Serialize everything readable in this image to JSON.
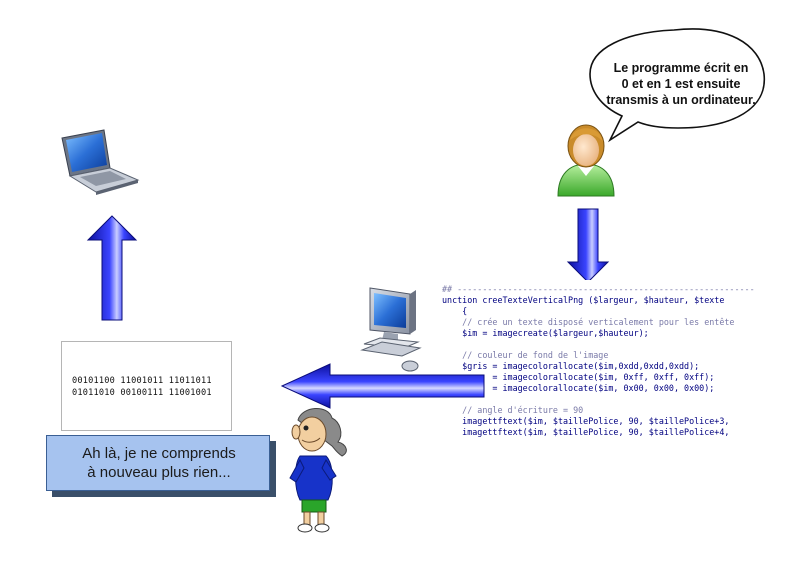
{
  "speech_bubble": {
    "lines": [
      "Le programme écrit en",
      "0 et en 1 est ensuite",
      "transmis à un ordinateur."
    ]
  },
  "binary_box": {
    "lines": [
      "00101100 11001011 11011011",
      "01011010 00100111 11001001"
    ]
  },
  "code_panel": {
    "lines": [
      "## -----------------------------------------------------------",
      "unction creeTexteVerticalPng ($largeur, $hauteur, $texte",
      "    {",
      "    // crée un texte disposé verticalement pour les entête",
      "    $im = imagecreate($largeur,$hauteur);",
      "",
      "    // couleur de fond de l'image",
      "    $gris = imagecolorallocate($im,0xdd,0xdd,0xdd);",
      "          = imagecolorallocate($im, 0xff, 0xff, 0xff);",
      "          = imagecolorallocate($im, 0x00, 0x00, 0x00);",
      "",
      "    // angle d'écriture = 90",
      "    imagettftext($im, $taillePolice, 90, $taillePolice+3,",
      "    imagettftext($im, $taillePolice, 90, $taillePolice+4,"
    ]
  },
  "caption": {
    "lines": [
      "Ah là, je ne comprends",
      "à nouveau plus rien..."
    ]
  },
  "icons": [
    "laptop-icon",
    "desktop-computer-icon",
    "programmer-avatar-icon",
    "confused-man-icon"
  ],
  "colors": {
    "arrow_blue": "#1f22e6",
    "caption_fill": "#a6c3ef",
    "caption_shadow": "#3a4f69"
  }
}
